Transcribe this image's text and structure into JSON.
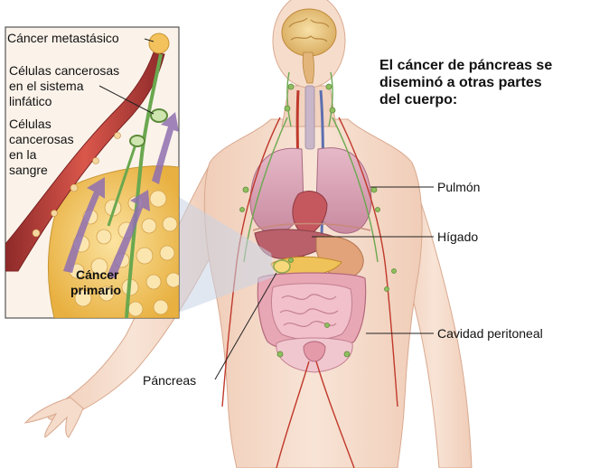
{
  "title_lines": [
    "El cáncer de páncreas se",
    "diseminó a otras partes",
    "del cuerpo:"
  ],
  "inset_labels": {
    "metastatic": "Cáncer metastásico",
    "lymph_lines": [
      "Células cancerosas",
      "en el sistema",
      "linfático"
    ],
    "blood_lines": [
      "Células",
      "cancerosas",
      "en la",
      "sangre"
    ],
    "primary_lines": [
      "Cáncer",
      "primario"
    ]
  },
  "organ_labels": {
    "lung": "Pulmón",
    "liver": "Hígado",
    "peritoneal": "Cavidad peritoneal",
    "pancreas": "Páncreas"
  },
  "colors": {
    "skin": "#f3d9c7",
    "skin_edge": "#d9a98f",
    "lung": "#d9a3b5",
    "intestine": "#e8a7b4",
    "liver": "#b9606a",
    "vessel": "#c0392b",
    "lymph": "#6aa84f",
    "tumor": "#f0c25a",
    "arrow": "#8e6fb0"
  }
}
